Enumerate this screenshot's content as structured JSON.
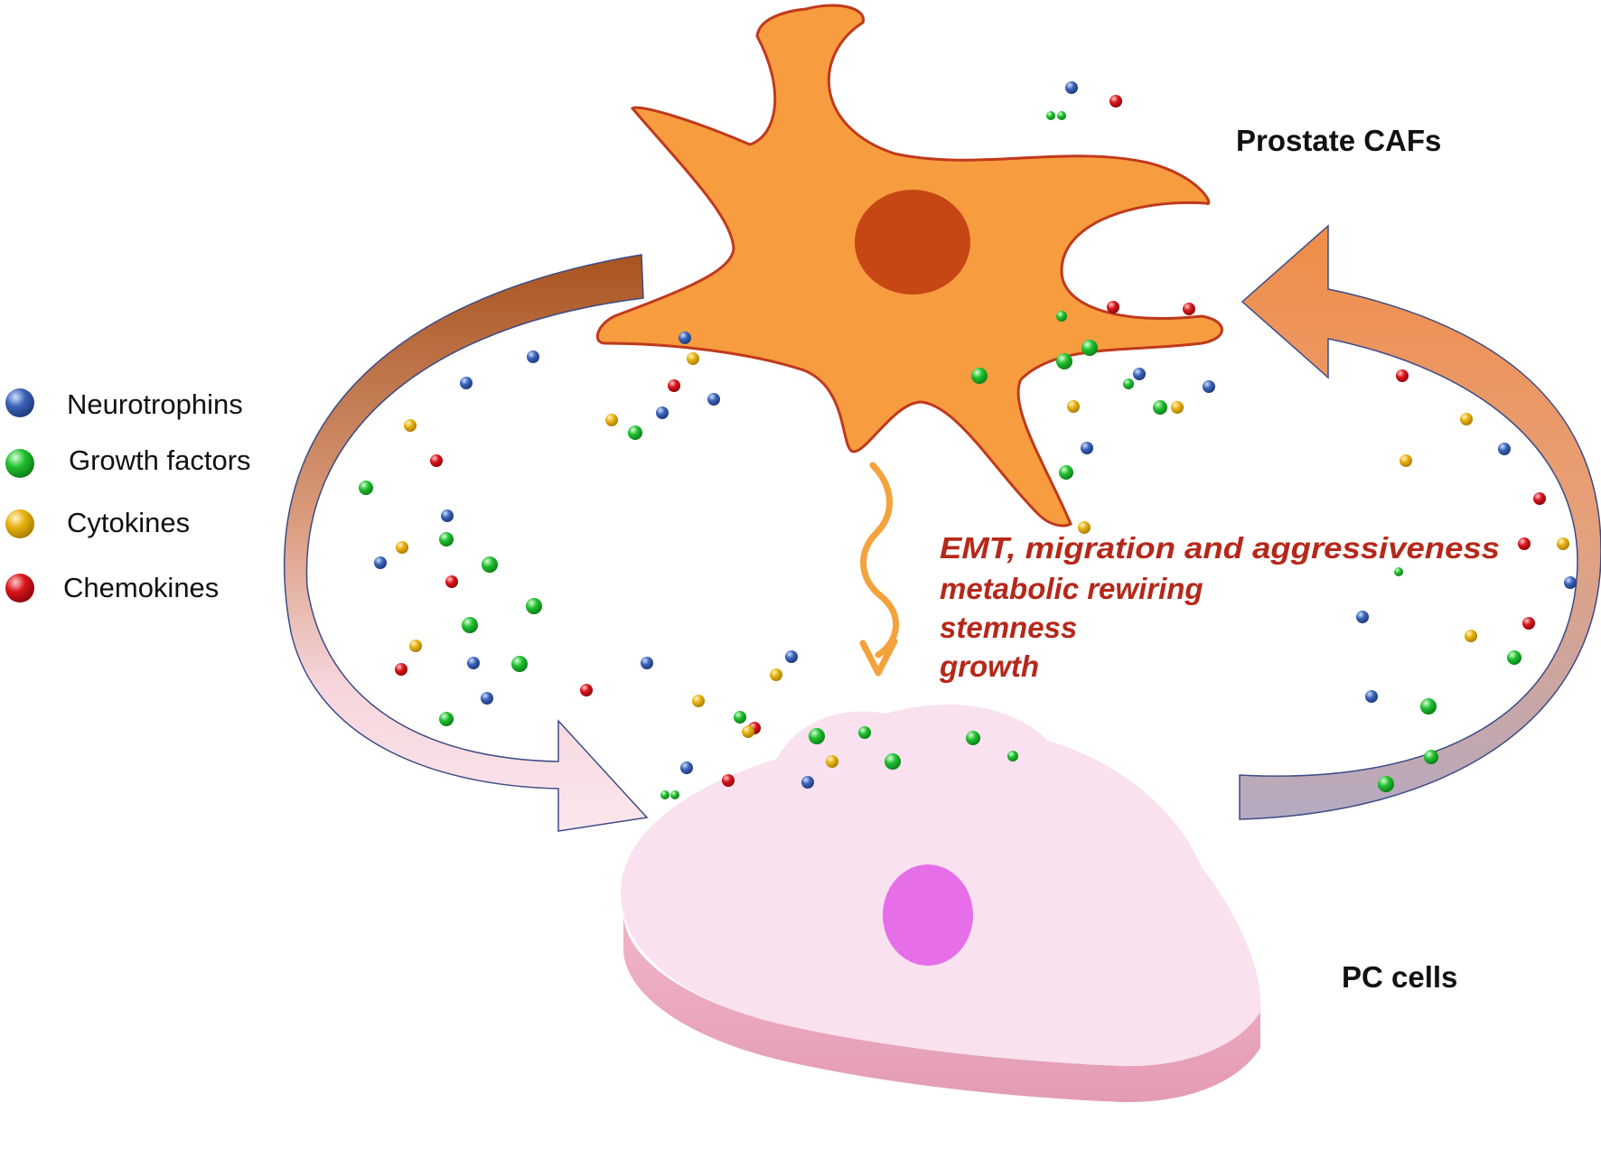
{
  "labels": {
    "caf": "Prostate CAFs",
    "pc": "PC cells"
  },
  "legend": [
    {
      "label": "Neurotrophins",
      "kind": "neuro"
    },
    {
      "label": "Growth factors",
      "kind": "growth"
    },
    {
      "label": "Cytokines",
      "kind": "cyto"
    },
    {
      "label": "Chemokines",
      "kind": "chemo"
    }
  ],
  "effects": [
    "EMT, migration and aggressiveness",
    "metabolic rewiring",
    "stemness",
    "growth"
  ],
  "colors": {
    "neuro": "#3a63b8",
    "growth": "#1fbf2e",
    "cyto": "#e7b00d",
    "chemo": "#d8141b",
    "caf_body": "#f79c3f",
    "caf_outline": "#c0391c",
    "caf_nucleus": "#c64614",
    "pc_body": "#f9e1ef",
    "pc_nucleus": "#e66fe9",
    "effect_text": "#b5281a",
    "wavy_arrow": "#f4a23c"
  }
}
